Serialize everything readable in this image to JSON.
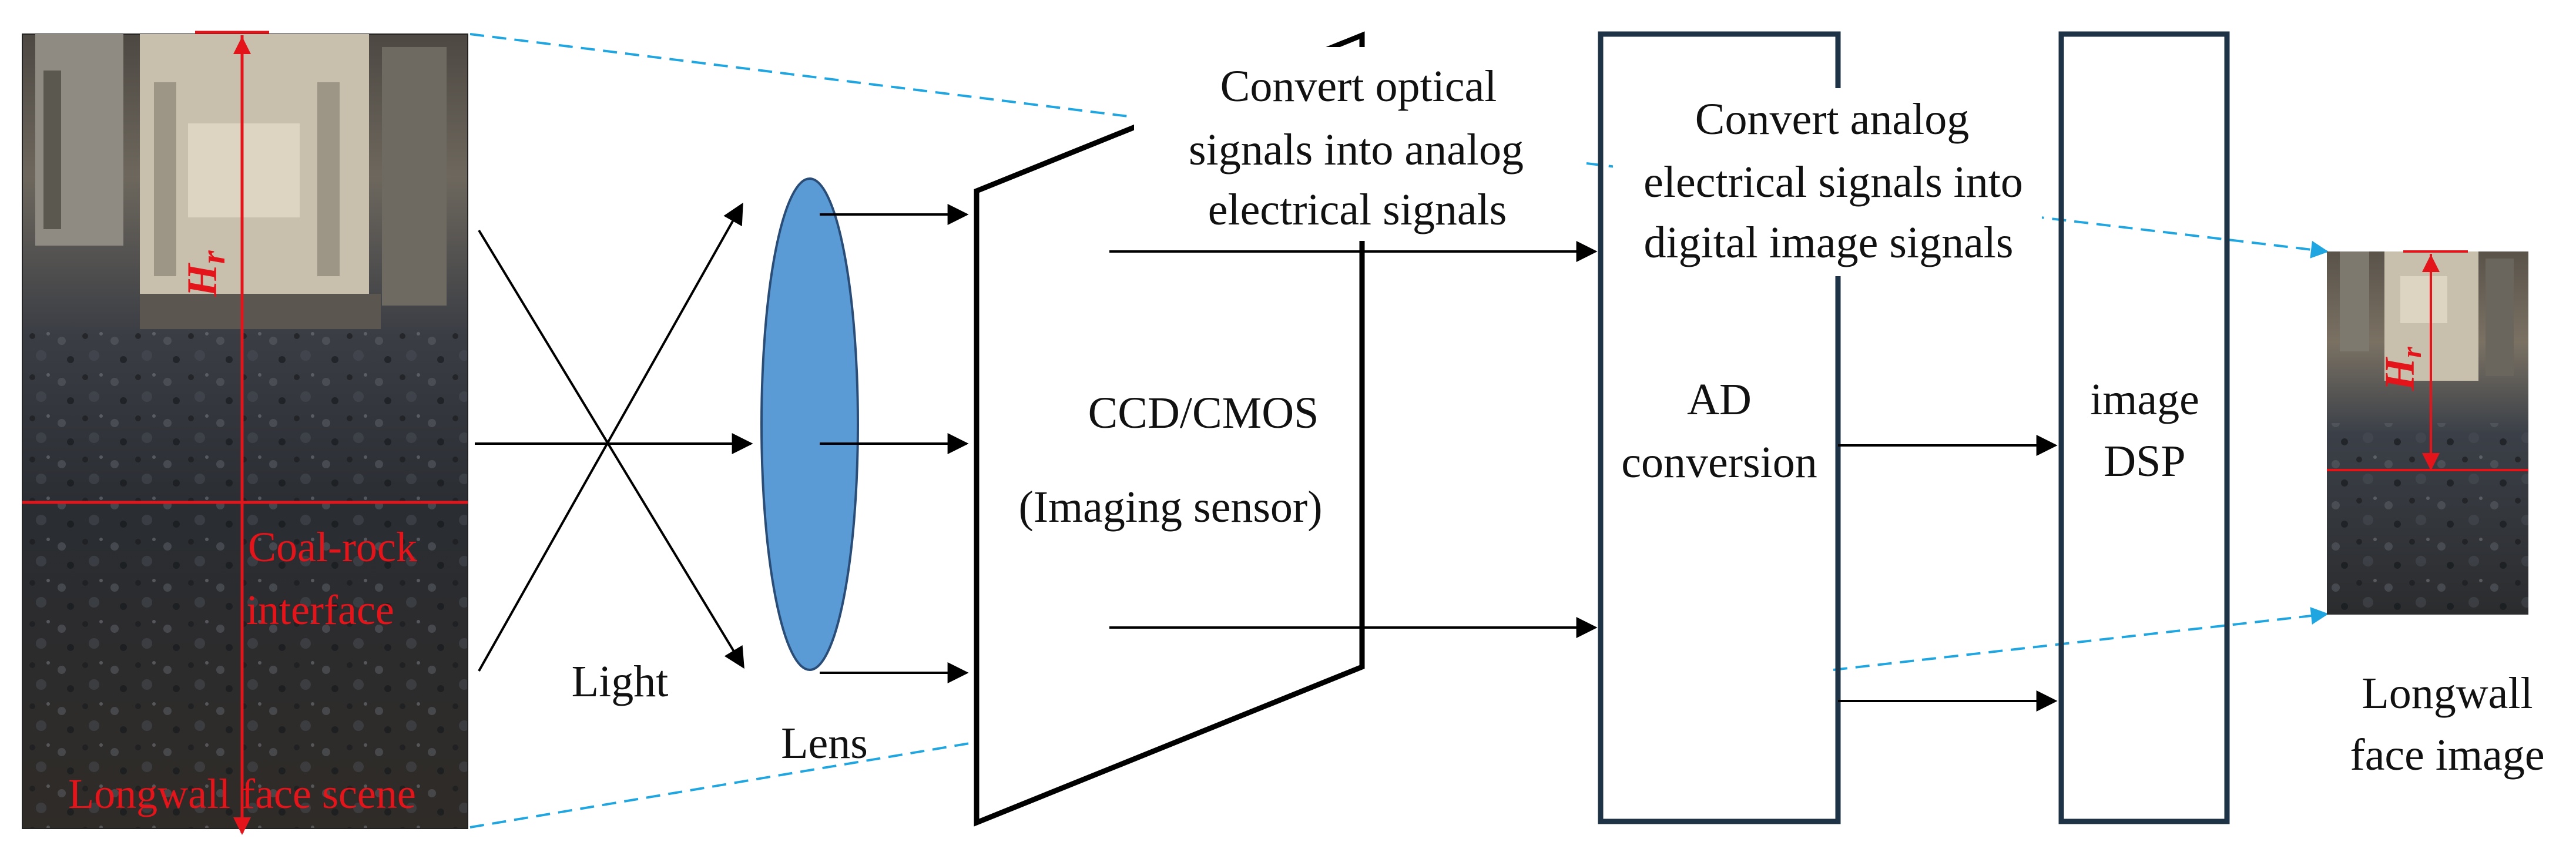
{
  "scene": {
    "label": "Longwall face scene",
    "interface_label_line1": "Coal-rock",
    "interface_label_line2": "interface",
    "height_symbol": "H",
    "height_subscript": "r"
  },
  "light": {
    "label": "Light"
  },
  "lens": {
    "label": "Lens",
    "color": "#5b9bd5"
  },
  "sensor": {
    "label_line1": "CCD/CMOS",
    "label_line2": "(Imaging sensor)",
    "desc_line1": "Convert optical",
    "desc_line2": "signals into analog",
    "desc_line3": "electrical signals"
  },
  "ad": {
    "label_line1": "AD",
    "label_line2": "conversion",
    "desc_line1": "Convert analog",
    "desc_line2": "electrical signals into",
    "desc_line3": "digital image signals",
    "box_color": "#1f3347"
  },
  "dsp": {
    "label_line1": "image",
    "label_line2": "DSP",
    "box_color": "#1f3347"
  },
  "output": {
    "label_line1": "Longwall",
    "label_line2": "face image",
    "height_symbol": "H",
    "height_subscript": "r"
  },
  "colors": {
    "annotation_red": "#e4141b",
    "dashed_blue": "#1fa6e0",
    "arrow_black": "#000000"
  }
}
